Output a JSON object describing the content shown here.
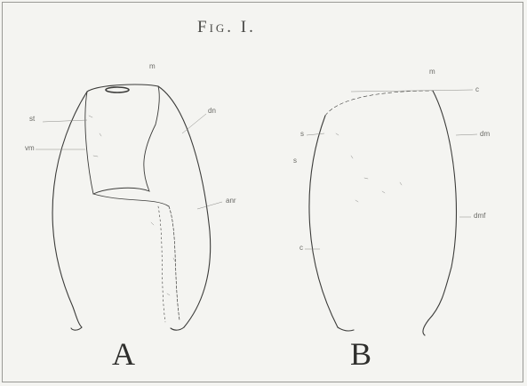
{
  "figure": {
    "title": "Fig. I.",
    "panels": [
      {
        "letter": "A",
        "labels": {
          "top": "m",
          "left_upper": "st",
          "left_lower": "vm",
          "right_upper": "dn",
          "right_lower": "anr"
        }
      },
      {
        "letter": "B",
        "labels": {
          "top": "m",
          "top_right": "c",
          "left_upper": "s",
          "left_mid": "s",
          "left_lower": "c",
          "right_upper": "dm",
          "right_lower": "dmf"
        }
      }
    ]
  }
}
